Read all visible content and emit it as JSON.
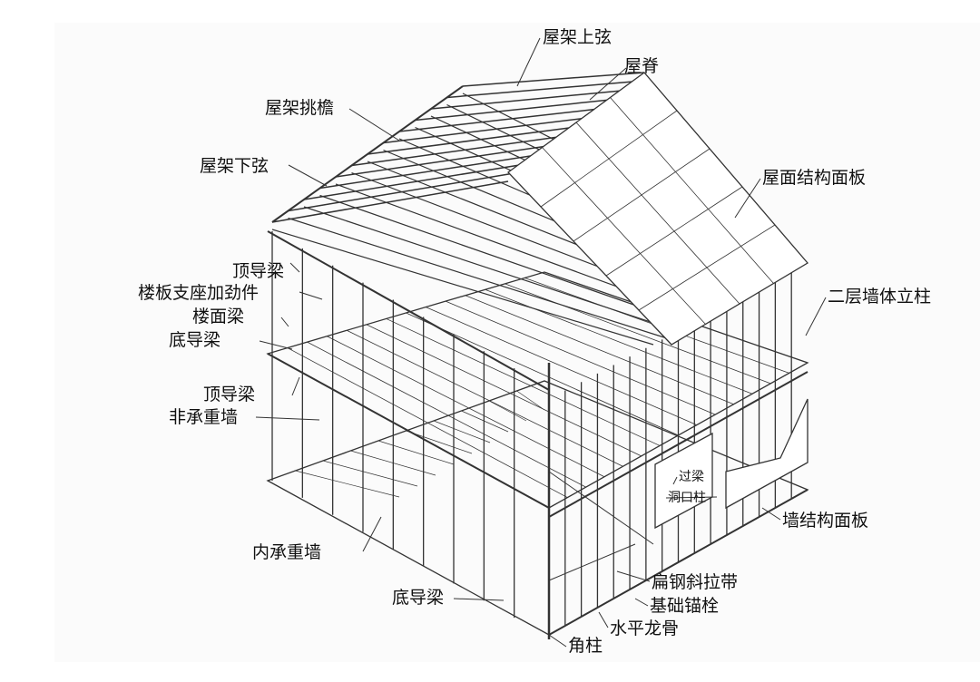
{
  "labels": {
    "top_chord": "屋架上弦",
    "ridge": "屋脊",
    "eave_overhang": "屋架挑檐",
    "bottom_chord": "屋架下弦",
    "roof_sheathing": "屋面结构面板",
    "top_track_upper": "顶导梁",
    "floor_stiffener": "楼板支座加劲件",
    "floor_joist": "楼面梁",
    "bottom_track_upper": "底导梁",
    "top_track_lower": "顶导梁",
    "non_bearing_wall": "非承重墙",
    "second_floor_stud": "二层墙体立柱",
    "header": "过梁",
    "jamb_stud": "洞口柱",
    "wall_sheathing": "墙结构面板",
    "interior_bearing_wall": "内承重墙",
    "flat_strap_bracing": "扁钢斜拉带",
    "bottom_track_lower": "底导梁",
    "anchor_bolt": "基础锚栓",
    "bridging": "水平龙骨",
    "corner_post": "角柱"
  }
}
